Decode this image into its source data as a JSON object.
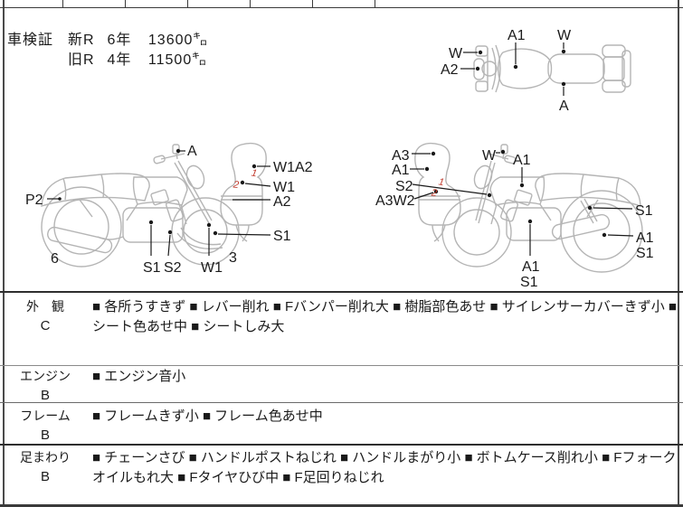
{
  "colors": {
    "border": "#3a3a3a",
    "sketch_line": "#b5b5b5",
    "label_text": "#1a1a1a",
    "red_mark": "#c0392b"
  },
  "shaken": {
    "label": "車検証",
    "rows": [
      {
        "reg": "新R",
        "year": "6年",
        "km": "13600㌔"
      },
      {
        "reg": "旧R",
        "year": "4年",
        "km": "11500㌔"
      }
    ]
  },
  "diagrams": {
    "top_view": {
      "w_front": "W",
      "a2_front": "A2",
      "a1_tank": "A1",
      "w_mid": "W",
      "a_seat": "A"
    },
    "left_bike": {
      "a_mirror": "A",
      "p2_rear": "P2",
      "num_rear_wheel": "6",
      "s1_engine": "S1",
      "s2_exhaust": "S2",
      "w1_fork": "W1",
      "num_front_wheel": "3",
      "detail_w1a2": "W1A2",
      "detail_w1": "W1",
      "detail_a2": "A2",
      "detail_s1": "S1",
      "mark1": "1",
      "mark2": "2"
    },
    "right_bike": {
      "a3_detail": "A3",
      "a1_detail": "A1",
      "s2_fork": "S2",
      "a3w2_detail": "A3W2",
      "w_mirror": "W",
      "a1_tank": "A1",
      "s1_shock": "S1",
      "a1_rear": "A1",
      "s1_rear": "S1",
      "a1_engine": "A1",
      "s1_engine": "S1",
      "mark1": "1",
      "mark2": "2"
    }
  },
  "inspection": {
    "rows": [
      {
        "category": "外　観",
        "grade": "C",
        "items": [
          "各所うすきず",
          "レバー削れ",
          "Fバンパー削れ大",
          "樹脂部色あせ",
          "サイレンサーカバーきず小",
          "シート色あせ中",
          "シートしみ大"
        ]
      },
      {
        "category": "エンジン",
        "grade": "B",
        "items": [
          "エンジン音小"
        ]
      },
      {
        "category": "フレーム",
        "grade": "B",
        "items": [
          "フレームきず小",
          "フレーム色あせ中"
        ]
      },
      {
        "category": "足まわり",
        "grade": "B",
        "items": [
          "チェーンさび",
          "ハンドルポストねじれ",
          "ハンドルまがり小",
          "ボトムケース削れ小",
          "Fフォークオイルもれ大",
          "Fタイヤひび中",
          "F足回りねじれ"
        ]
      }
    ]
  }
}
